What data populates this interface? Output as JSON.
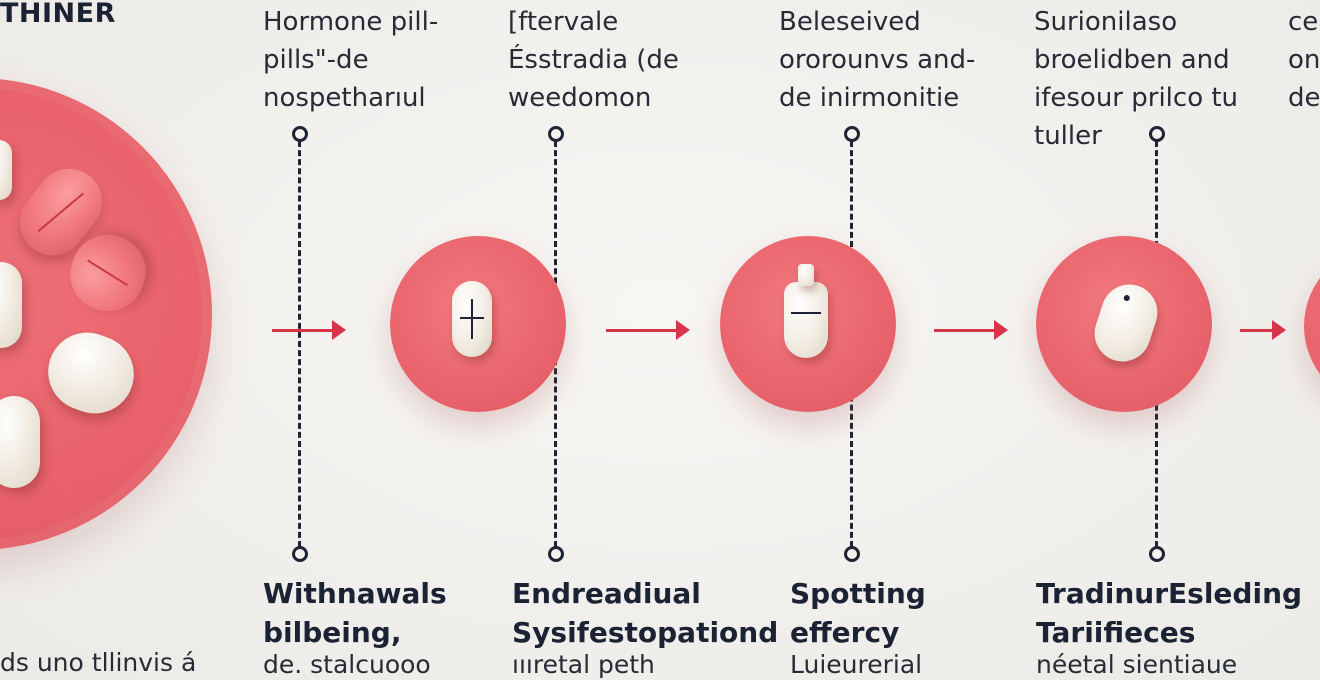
{
  "title": "THINER",
  "colors": {
    "background": "#f4f2ef",
    "plate": "#e9646c",
    "arrow": "#d8354a",
    "text": "#1a2233",
    "pill": "#f2ede3"
  },
  "left_caption": "ds uno tllinvis á",
  "steps": [
    {
      "top_lines": [
        "Hormone pill-",
        "pills\"-de",
        "nospetharıul"
      ],
      "bottom_lines": [
        "Withnawals",
        "bilbeing,"
      ],
      "bottom_sub": "de. stalсuооо"
    },
    {
      "top_lines": [
        "[ftervale",
        "Ésstradia (de",
        "weedomon"
      ],
      "bottom_lines": [
        "Endreadiual",
        "Sysifestopationd"
      ],
      "bottom_sub": "ıııretal peth"
    },
    {
      "top_lines": [
        "Beleseived",
        "ororounvs and-",
        "de inirmonitie"
      ],
      "bottom_lines": [
        "Spotting",
        "effercy"
      ],
      "bottom_sub": "Luieurerial"
    },
    {
      "top_lines": [
        "Surionilaso",
        "broelidben and",
        "ifesour prilco tu",
        "tuller"
      ],
      "bottom_lines": [
        "TradinurEsleding",
        "Tariifieces"
      ],
      "bottom_sub": "néetal sientiaue"
    },
    {
      "top_lines": [
        "ce",
        "on",
        "de"
      ],
      "bottom_lines": [],
      "bottom_sub": ""
    }
  ],
  "icons": {
    "arrow": "arrow-right-icon",
    "pill": "pill-icon",
    "node": "timeline-node-icon"
  }
}
